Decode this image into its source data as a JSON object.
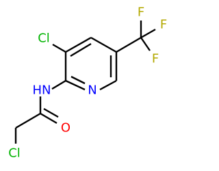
{
  "molecule": {
    "atoms": {
      "cl_ring": {
        "label": "Cl",
        "color": "#00b300"
      },
      "nh": {
        "label": "HN",
        "color": "#0000ff"
      },
      "n_ring": {
        "label": "N",
        "color": "#0000ff"
      },
      "o": {
        "label": "O",
        "color": "#ff0000"
      },
      "cl_chain": {
        "label": "Cl",
        "color": "#00b300"
      },
      "f1": {
        "label": "F",
        "color": "#b3a800"
      },
      "f2": {
        "label": "F",
        "color": "#b3a800"
      },
      "f3": {
        "label": "F",
        "color": "#b3a800"
      }
    },
    "bond_color": "#000000"
  }
}
